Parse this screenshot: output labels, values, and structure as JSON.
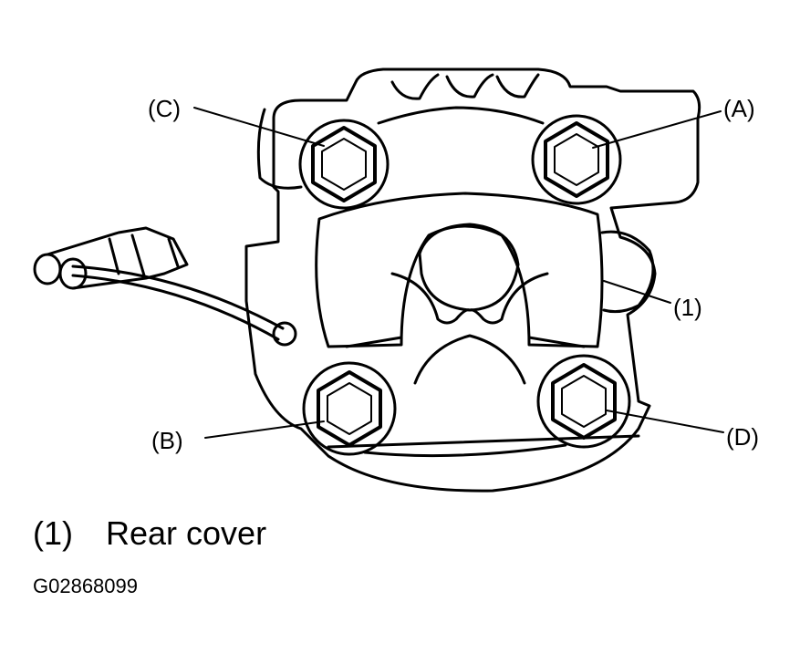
{
  "labels": {
    "a": "(A)",
    "b": "(B)",
    "c": "(C)",
    "d": "(D)",
    "one": "(1)"
  },
  "caption": {
    "number": "(1)",
    "text": "Rear cover"
  },
  "figure_id": "G02868099"
}
